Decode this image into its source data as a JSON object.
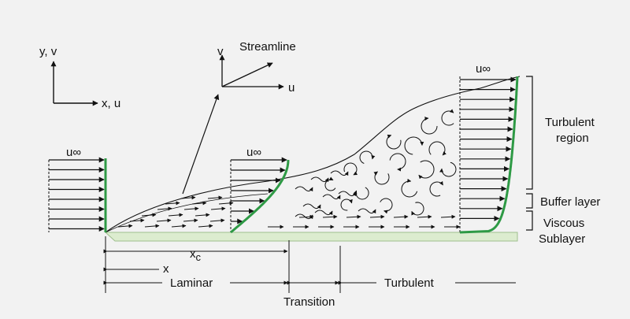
{
  "labels": {
    "axes_main": {
      "y": "y, v",
      "x": "x, u"
    },
    "axes_small": {
      "v": "v",
      "u": "u"
    },
    "streamline": "Streamline",
    "u_inf_1": "u∞",
    "u_inf_2": "u∞",
    "u_inf_3": "u∞",
    "turbulent_region_1": "Turbulent",
    "turbulent_region_2": "region",
    "buffer_layer": "Buffer layer",
    "viscous_1": "Viscous",
    "viscous_2": "Sublayer",
    "xc_main": "x",
    "xc_sub": "c",
    "x": "x",
    "laminar": "Laminar",
    "transition": "Transition",
    "turbulent": "Turbulent"
  },
  "colors": {
    "background": "#f2f2f2",
    "ink": "#111111",
    "profile": "#2e9a45",
    "plate": "#dceccf",
    "plate_edge": "#9fbf8f"
  }
}
